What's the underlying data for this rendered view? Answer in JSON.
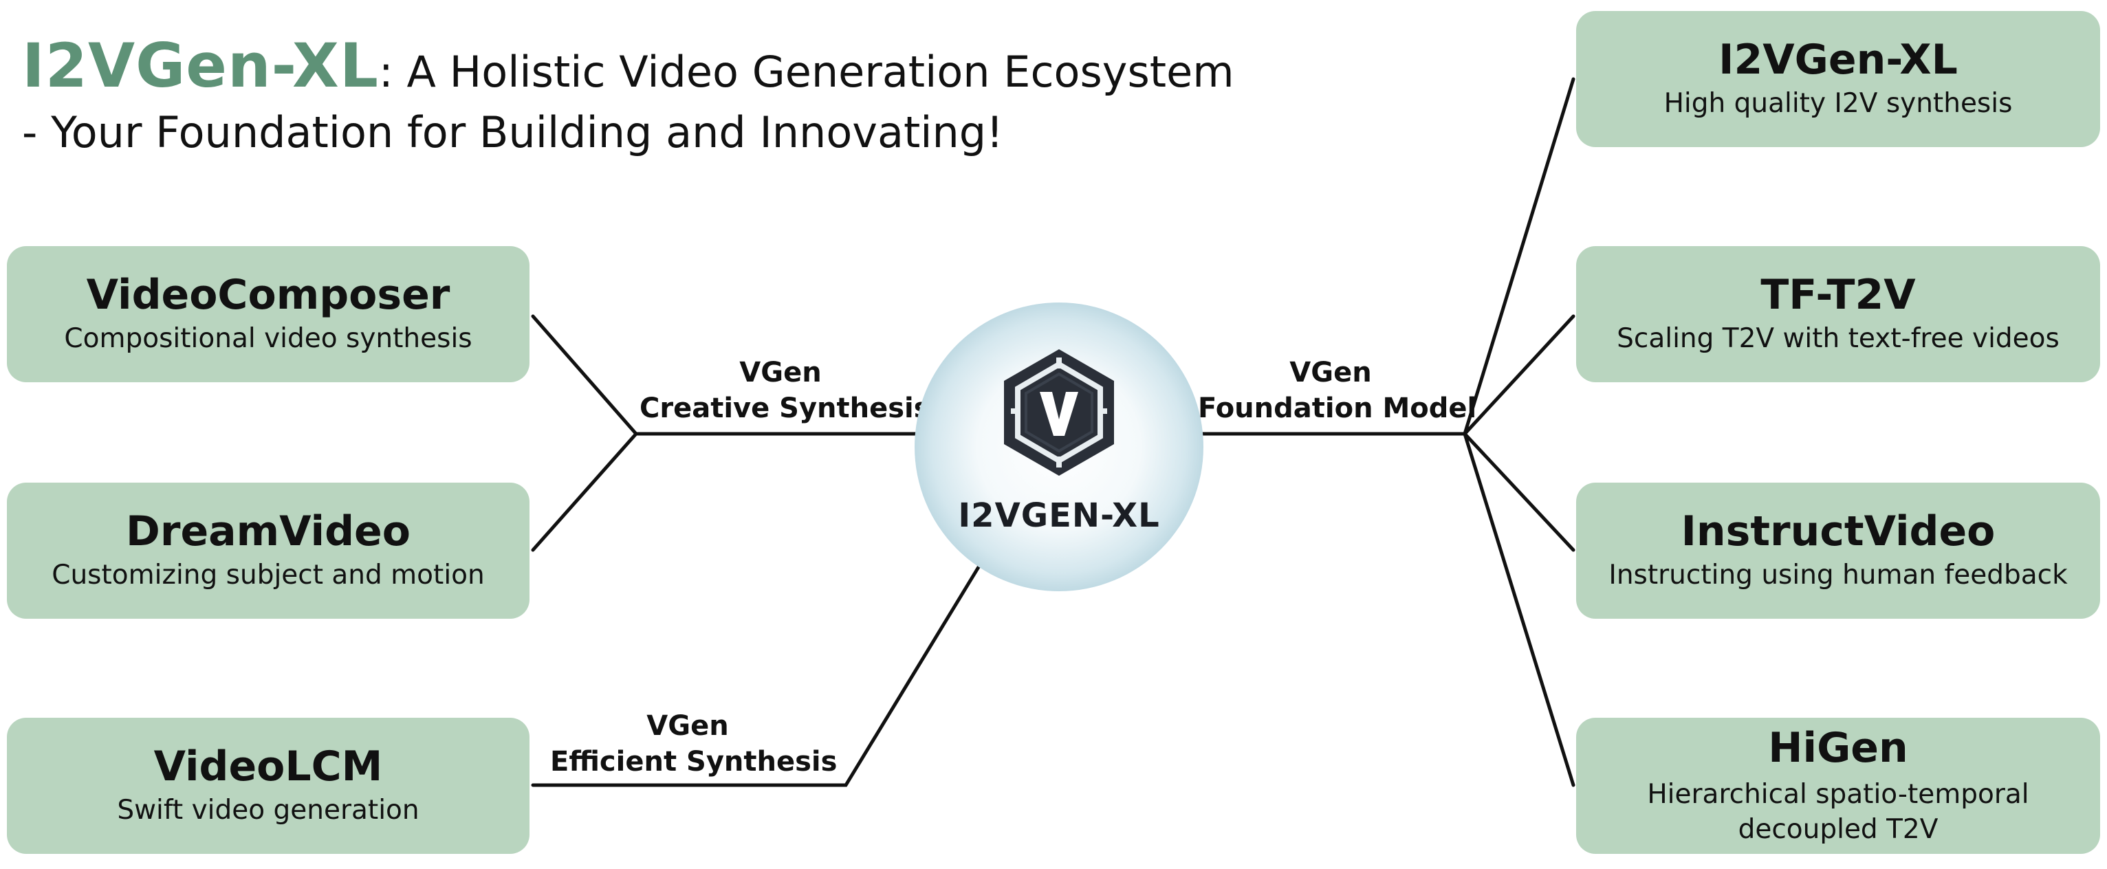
{
  "title": {
    "brand": "I2VGen-XL",
    "line1_rest": ": A Holistic Video Generation Ecosystem",
    "line2": "- Your Foundation for Building and Innovating!"
  },
  "hub": {
    "label": "I2VGEN-XL",
    "icon": "v-hexagon-logo-icon"
  },
  "branches": {
    "creative": {
      "line1": "VGen",
      "line2": "Creative Synthesis"
    },
    "foundation": {
      "line1": "VGen",
      "line2": "Foundation Model"
    },
    "efficient": {
      "line1": "VGen",
      "line2": "Efficient Synthesis"
    }
  },
  "models": {
    "videocomposer": {
      "name": "VideoComposer",
      "desc": "Compositional video synthesis"
    },
    "dreamvideo": {
      "name": "DreamVideo",
      "desc": "Customizing subject and motion"
    },
    "videolcm": {
      "name": "VideoLCM",
      "desc": "Swift video generation"
    },
    "i2vgen_xl": {
      "name": "I2VGen-XL",
      "desc": "High quality I2V synthesis"
    },
    "tf_t2v": {
      "name": "TF-T2V",
      "desc": "Scaling T2V with text-free videos"
    },
    "instructvideo": {
      "name": "InstructVideo",
      "desc": "Instructing using human feedback"
    },
    "higen": {
      "name": "HiGen",
      "desc1": "Hierarchical spatio-temporal",
      "desc2": "decoupled T2V"
    }
  },
  "colors": {
    "box_fill": "#b9d5bf",
    "brand_green": "#5e9277",
    "line": "#111111"
  }
}
